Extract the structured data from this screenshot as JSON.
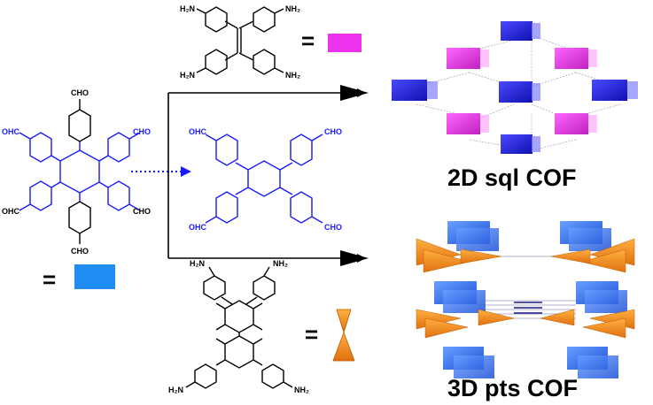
{
  "labels": {
    "amine": "H₂N",
    "amine_r": "NH₂",
    "aldehyde": "OHC",
    "aldehyde_r": "CHO",
    "equals": "="
  },
  "results": {
    "cof_2d": "2D sql COF",
    "cof_3d": "3D pts COF"
  },
  "colors": {
    "hexa_monomer": "#1a1aff",
    "hexa_symbol": "#1e8cf0",
    "tetra_amine_symbol": "#ee33ee",
    "tetra_amine_3d_symbol": "#f08c14",
    "cof_2d_node": "#2424e0",
    "cof_2d_link": "#e040e0",
    "cof_3d_node": "#2a6cf0",
    "cof_3d_link": "#f0a030",
    "bonds": "#000000",
    "dotted_arrow": "#1a1aff"
  },
  "icons": [
    "pink-rectangle-symbol",
    "blue-rectangle-symbol",
    "orange-bowtie-symbol"
  ]
}
